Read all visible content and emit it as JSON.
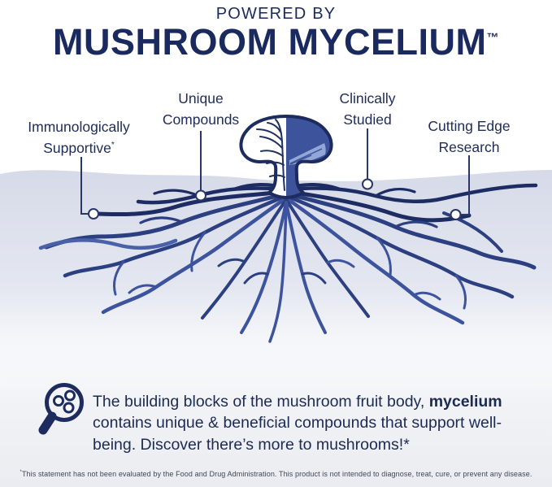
{
  "colors": {
    "navy": "#1b2a5e",
    "root_dark": "#1d2c63",
    "root_mid": "#2c3f80",
    "root_light": "#3d539d",
    "cap_blue": "#3d549c",
    "gill_blue": "#93a7d6",
    "ground_top": "#d7dbe8"
  },
  "header": {
    "eyebrow": "POWERED BY",
    "title": "MUSHROOM MYCELIUM",
    "trademark": "™"
  },
  "callouts": [
    {
      "label": "Immunologically\nSupportive",
      "sup": "*"
    },
    {
      "label": "Unique\nCompounds",
      "sup": ""
    },
    {
      "label": "Clinically\nStudied",
      "sup": ""
    },
    {
      "label": "Cutting Edge\nResearch",
      "sup": ""
    }
  ],
  "description": {
    "part1": "The building blocks of the mushroom fruit body, ",
    "highlight": "mycelium",
    "part2": " contains unique & beneficial compounds that support well-being. Discover there’s more to mushrooms!*"
  },
  "footnote": {
    "sup": "*",
    "text": "This statement has not been evaluated by the Food and Drug Administration. This product is not intended to diagnose, treat, cure, or prevent any disease."
  }
}
